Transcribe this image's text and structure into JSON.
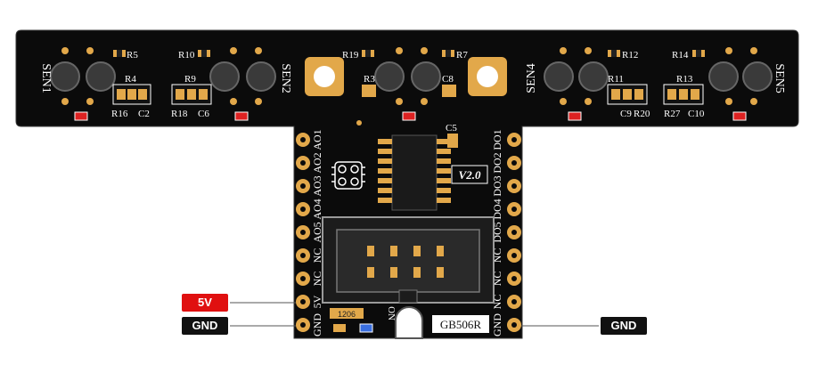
{
  "board": {
    "sensor_labels": [
      "SEN1",
      "SEN2",
      "SEN4",
      "SEN5"
    ],
    "resistor_labels_top": [
      "R5",
      "R10",
      "R19",
      "R7",
      "R12",
      "R14"
    ],
    "component_labels": [
      "R4",
      "R16",
      "C2",
      "R9",
      "R18",
      "C6",
      "R3",
      "C8",
      "R11",
      "C9",
      "R20",
      "R13",
      "R27",
      "C10",
      "C5"
    ],
    "left_header_pins": [
      "AO1",
      "AO2",
      "AO3",
      "AO4",
      "AO5",
      "NC",
      "NC",
      "5V",
      "GND"
    ],
    "right_header_pins": [
      "DO1",
      "DO2",
      "DO3",
      "DO4",
      "DO5",
      "NC",
      "NC",
      "NC",
      "GND"
    ],
    "version": "V2.0",
    "model": "GB506R",
    "switch_label": "ON",
    "chip_code": "1206"
  },
  "callouts": {
    "five_v": "5V",
    "gnd_left": "GND",
    "gnd_right": "GND"
  },
  "colors": {
    "pcb": "#0b0b0b",
    "gold": "#e2a84a",
    "silkscreen": "#ffffff",
    "callout_red": "#e01010",
    "callout_black": "#111111"
  }
}
